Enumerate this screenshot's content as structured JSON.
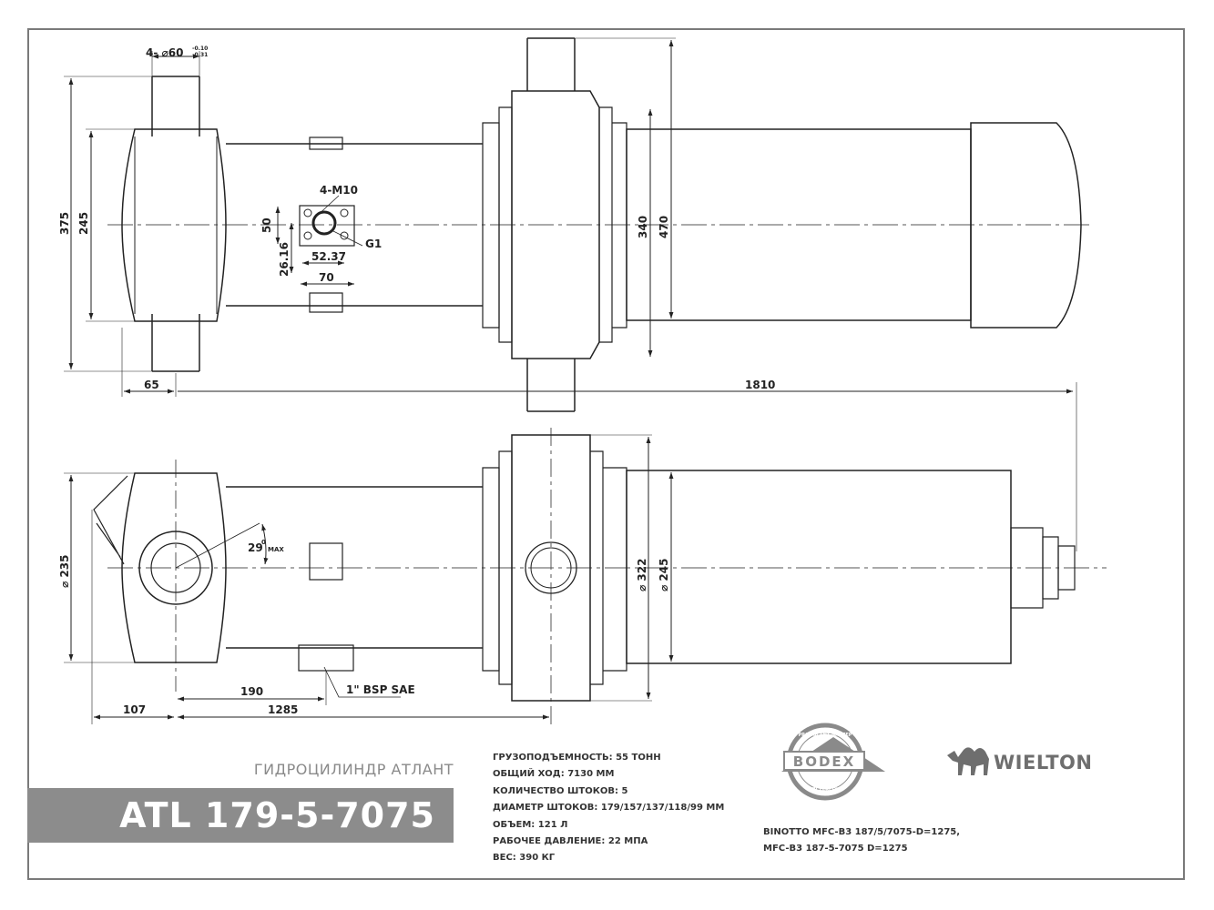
{
  "dimensions": {
    "pins": "4- ⌀60",
    "tol_upper": "-0.10",
    "tol_lower": "-0.31",
    "d375": "375",
    "d245_top": "245",
    "d4m10": "4-M10",
    "d50": "50",
    "d26_16": "26.16",
    "d52_37": "52.37",
    "dG1": "G1",
    "d70": "70",
    "d340": "340",
    "d470": "470",
    "d65": "65",
    "d1810": "1810",
    "d235": "⌀ 235",
    "angle": "29",
    "angle_deg": "0",
    "angle_max": "MAX",
    "d322": "⌀ 322",
    "d245_bot": "⌀ 245",
    "d190": "190",
    "port": "1\" BSP SAE",
    "d107": "107",
    "d1285": "1285"
  },
  "title": {
    "subtitle": "ГИДРОЦИЛИНДР АТЛАНТ",
    "model": "ATL 179-5-7075"
  },
  "specs": [
    "ГРУЗОПОДЪЕМНОСТЬ: 55 ТОНН",
    "ОБЩИЙ ХОД: 7130 ММ",
    "КОЛИЧЕСТВО ШТОКОВ: 5",
    "ДИАМЕТР ШТОКОВ: 179/157/137/118/99 ММ",
    "ОБЪЕМ: 121 Л",
    "РАБОЧЕЕ ДАВЛЕНИЕ: 22 МПА",
    "ВЕС: 390 КГ"
  ],
  "compat": [
    "BINOTTO MFC-B3 187/5/7075-D=1275,",
    "MFC-B3 187-5-7075 D=1275"
  ],
  "logos": {
    "bodex_top": "PRODUCENT NACZEP",
    "bodex_name": "BODEX",
    "bodex_bottom": "SZCZERCÓW",
    "wielton": "WIELTON"
  }
}
